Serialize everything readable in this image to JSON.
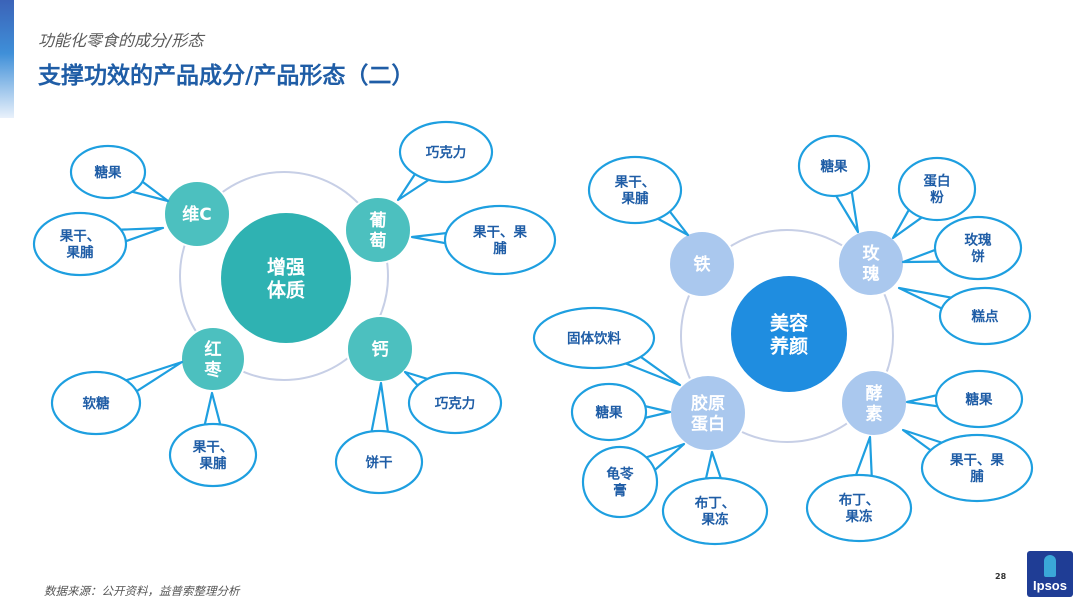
{
  "header": {
    "subtitle": "功能化零食的成分/形态",
    "title": "支撑功效的产品成分/产品形态（二）"
  },
  "footer": {
    "source": "数据来源：公开资料，益普索整理分析",
    "page": "28",
    "logo": "Ipsos"
  },
  "diagram_left": {
    "center": [
      "增强",
      "体质"
    ],
    "ingredients": [
      {
        "id": "vc",
        "lines": [
          "维C"
        ]
      },
      {
        "id": "grape",
        "lines": [
          "葡",
          "萄"
        ]
      },
      {
        "id": "jujube",
        "lines": [
          "红",
          "枣"
        ]
      },
      {
        "id": "calcium",
        "lines": [
          "钙"
        ]
      }
    ],
    "forms": [
      {
        "id": "l-candy",
        "lines": [
          "糖果"
        ]
      },
      {
        "id": "l-dried1",
        "lines": [
          "果干、",
          "果脯"
        ]
      },
      {
        "id": "l-choc1",
        "lines": [
          "巧克力"
        ]
      },
      {
        "id": "l-dried2",
        "lines": [
          "果干、果",
          "脯"
        ]
      },
      {
        "id": "l-gummy",
        "lines": [
          "软糖"
        ]
      },
      {
        "id": "l-dried3",
        "lines": [
          "果干、",
          "果脯"
        ]
      },
      {
        "id": "l-choc2",
        "lines": [
          "巧克力"
        ]
      },
      {
        "id": "l-biscuit",
        "lines": [
          "饼干"
        ]
      }
    ]
  },
  "diagram_right": {
    "center": [
      "美容",
      "养颜"
    ],
    "ingredients": [
      {
        "id": "iron",
        "lines": [
          "铁"
        ]
      },
      {
        "id": "rose",
        "lines": [
          "玫",
          "瑰"
        ]
      },
      {
        "id": "collagen",
        "lines": [
          "胶原",
          "蛋白"
        ]
      },
      {
        "id": "enzyme",
        "lines": [
          "酵",
          "素"
        ]
      }
    ],
    "forms": [
      {
        "id": "r-dried1",
        "lines": [
          "果干、",
          "果脯"
        ]
      },
      {
        "id": "r-candy1",
        "lines": [
          "糖果"
        ]
      },
      {
        "id": "r-protein",
        "lines": [
          "蛋白",
          "粉"
        ]
      },
      {
        "id": "r-rosecake",
        "lines": [
          "玫瑰",
          "饼"
        ]
      },
      {
        "id": "r-pastry",
        "lines": [
          "糕点"
        ]
      },
      {
        "id": "r-drink",
        "lines": [
          "固体饮料"
        ]
      },
      {
        "id": "r-candy2",
        "lines": [
          "糖果"
        ]
      },
      {
        "id": "r-jelly1",
        "lines": [
          "龟苓",
          "膏"
        ]
      },
      {
        "id": "r-pudding1",
        "lines": [
          "布丁、",
          "果冻"
        ]
      },
      {
        "id": "r-candy3",
        "lines": [
          "糖果"
        ]
      },
      {
        "id": "r-dried2",
        "lines": [
          "果干、果",
          "脯"
        ]
      },
      {
        "id": "r-pudding2",
        "lines": [
          "布丁、",
          "果冻"
        ]
      }
    ]
  },
  "colors": {
    "title": "#1f5da6",
    "teal": "#2fb2b2",
    "teal_light": "#4cc0bf",
    "blue_center": "#1f8de0",
    "blue_light": "#aac8ee",
    "bubble_stroke": "#1e9fe0",
    "bubble_text": "#1f5da6",
    "ring": "#c7cfe6"
  }
}
